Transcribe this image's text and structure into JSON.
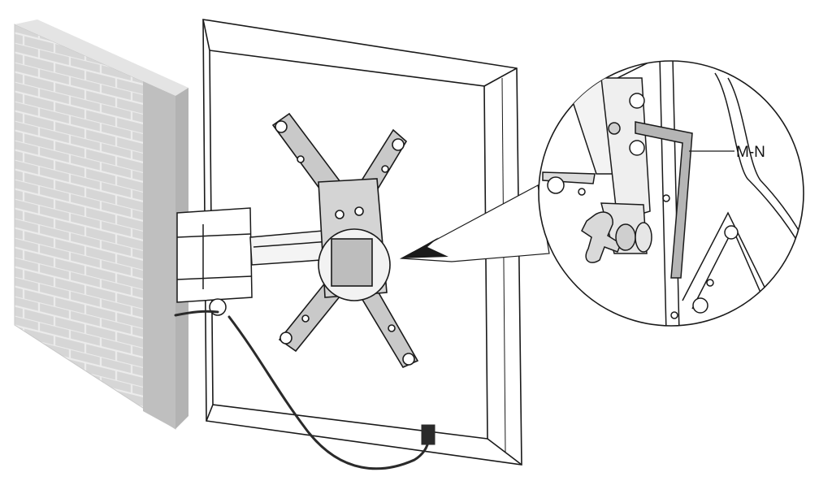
{
  "diagram": {
    "callout_label": "M-N",
    "colors": {
      "line": "#1a1a1a",
      "wall_face": "#d7d7d7",
      "wall_side": "#bdbdbd",
      "wall_mortar": "#ededed",
      "metal": "#c4c4c4",
      "cable": "#2a2a2a"
    },
    "parts": [
      "brick-wall",
      "tv-back-panel",
      "swing-arm",
      "vesa-mounting-plate",
      "power-cable",
      "detail-magnifier",
      "hex-key",
      "wing-nut"
    ]
  }
}
